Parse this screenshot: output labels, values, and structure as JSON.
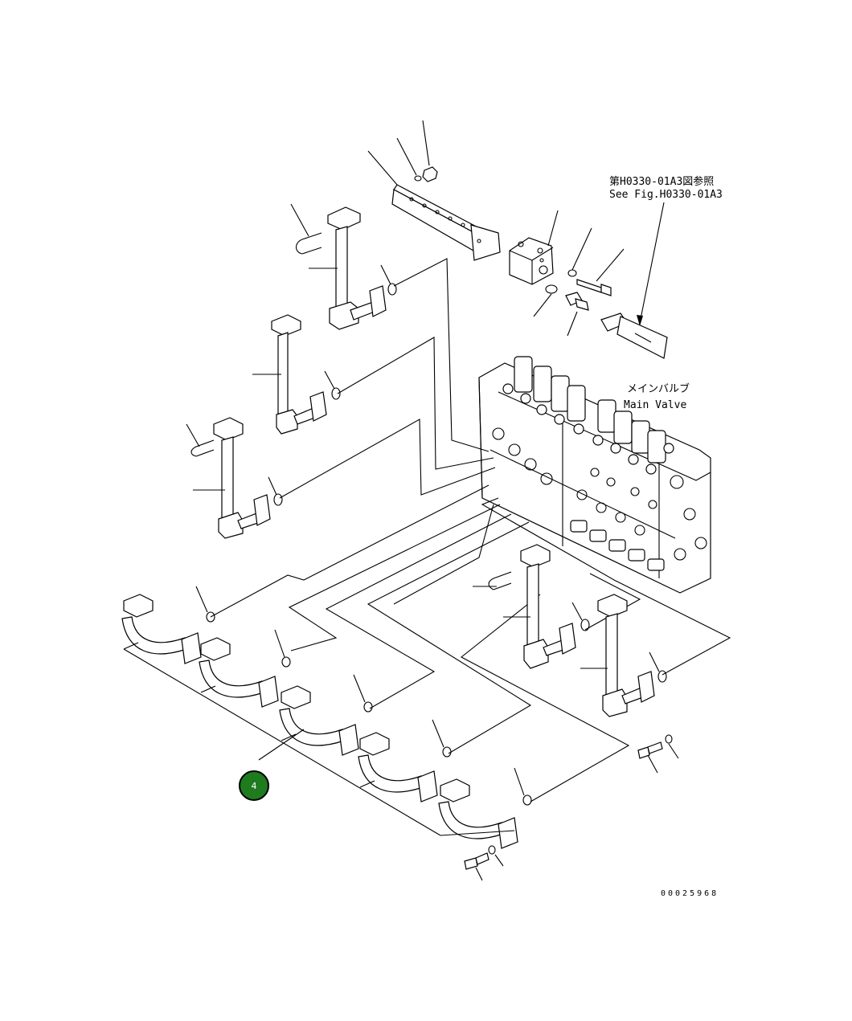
{
  "annotations": {
    "reference_jp": "第H0330-01A3図参照",
    "reference_en": "See Fig.H0330-01A3",
    "main_valve_jp": "メインバルブ",
    "main_valve_en": "Main Valve",
    "drawing_number": "00025968"
  },
  "callout": {
    "label": "4",
    "color": "#1e7b1e"
  }
}
